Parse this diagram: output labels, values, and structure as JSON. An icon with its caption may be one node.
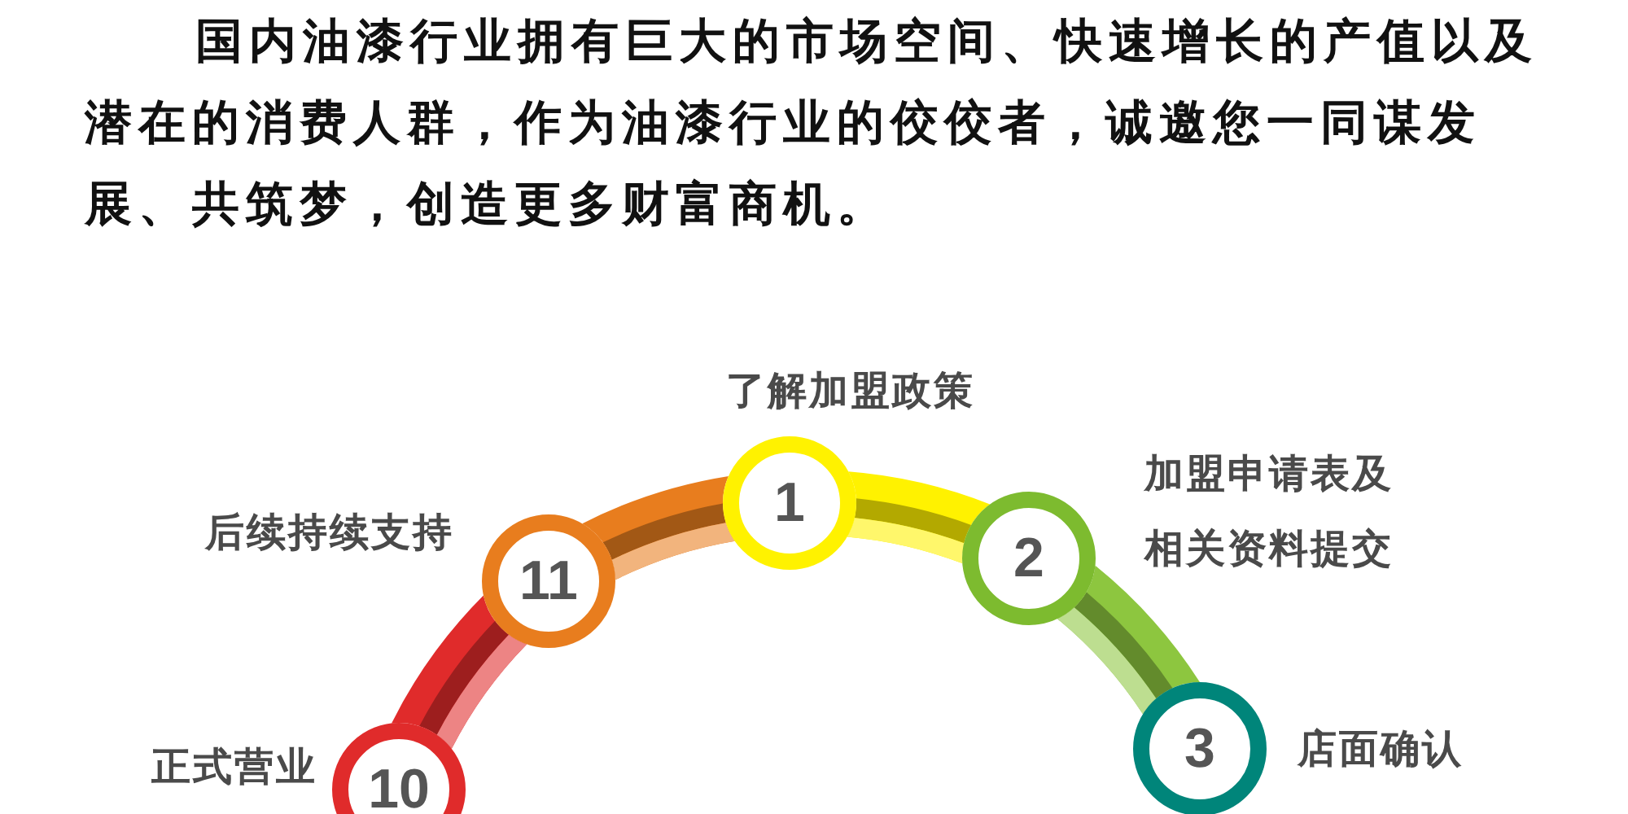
{
  "diagram": {
    "nodes": [
      {
        "text": [
          "1"
        ],
        "beside": [
          "了解加盟政策"
        ]
      },
      {
        "text": [
          "2"
        ],
        "beside": [
          "加盟申请表及相关资料提交"
        ]
      },
      {
        "text": [
          "3"
        ],
        "beside": [
          "店面确认"
        ]
      },
      {
        "text": [
          "10"
        ],
        "beside": [
          "正式营业"
        ]
      },
      {
        "text": [
          "11"
        ],
        "beside": [
          "后续持续支持"
        ]
      }
    ],
    "edges": [
      {
        "from": 0,
        "to": 1,
        "arrow": "none",
        "color": "#fff200"
      },
      {
        "from": 1,
        "to": 2,
        "arrow": "none",
        "color": "#8dc63f"
      },
      {
        "from": 3,
        "to": 4,
        "arrow": "none",
        "color": "#e02b2b"
      },
      {
        "from": 4,
        "to": 0,
        "arrow": "none",
        "color": "#e87d1e"
      }
    ],
    "labels": [
      "国内油漆行业拥有巨大的市场空间、快速增长的产值以及潜在的消费人群，作为油漆行业的佼佼者，诚邀您一同谋发展、共筑梦，创造更多财富商机。"
    ]
  }
}
